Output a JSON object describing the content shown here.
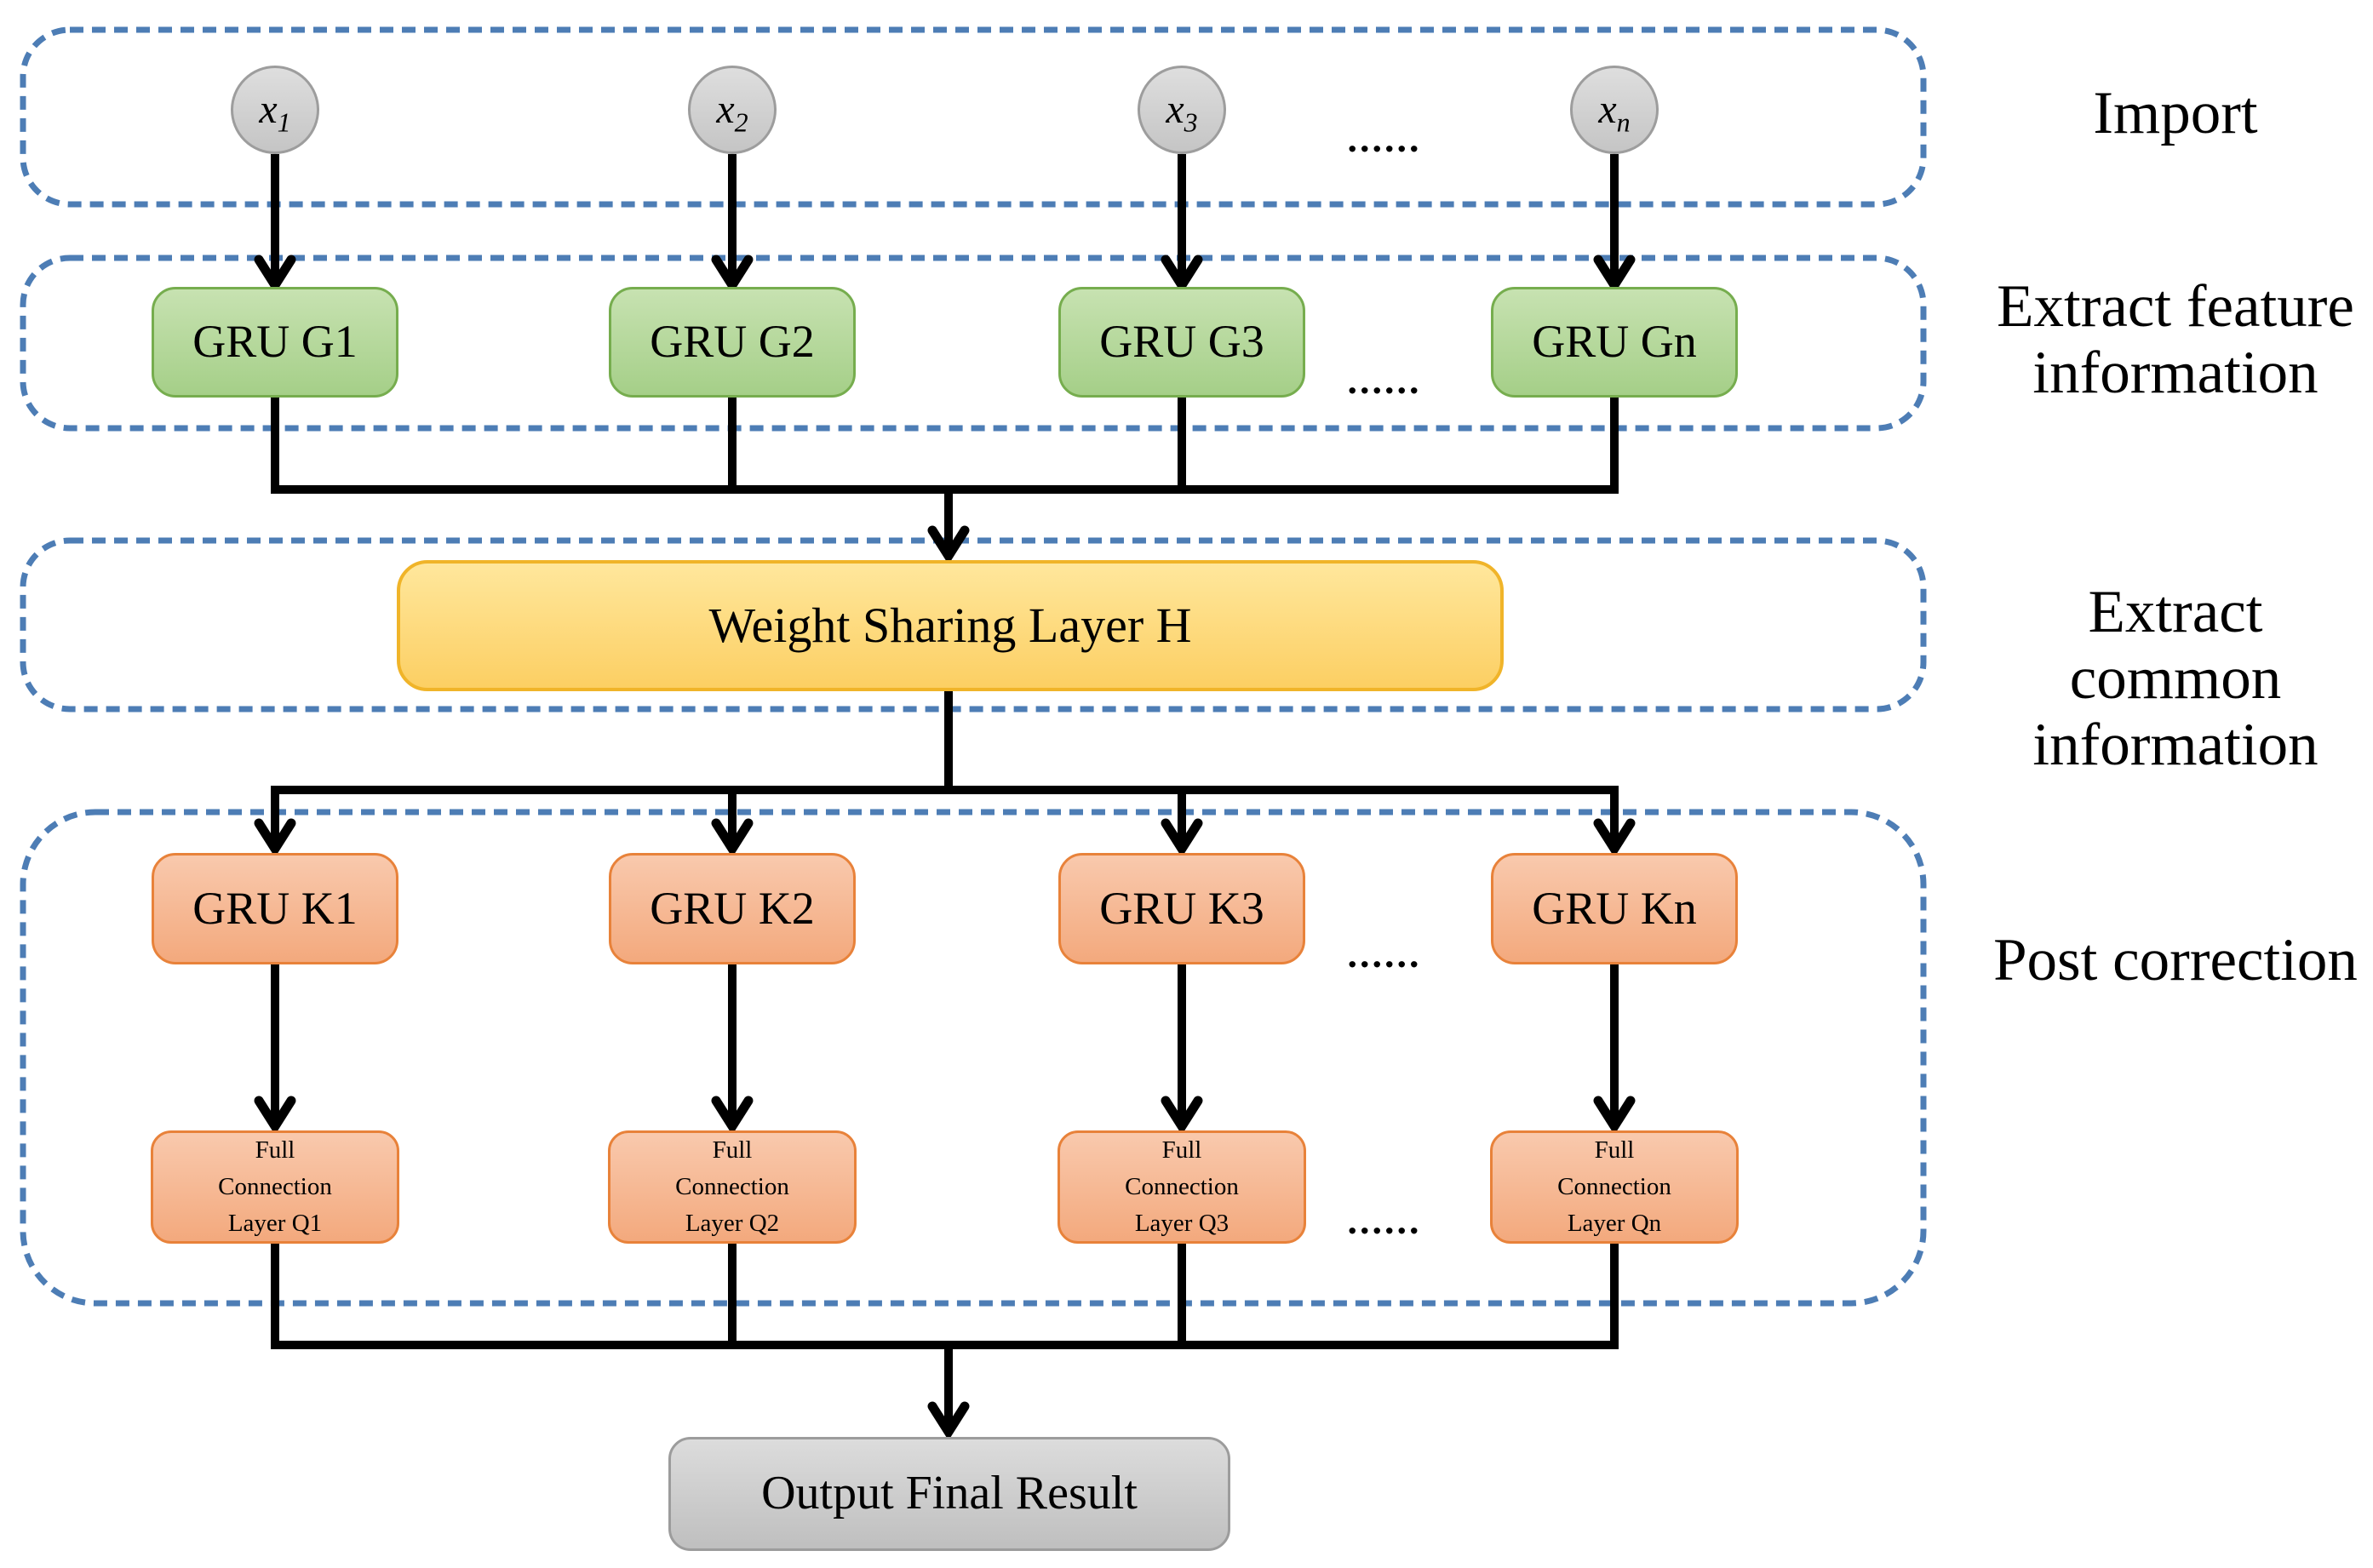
{
  "colors": {
    "region_border": "#4d7db5",
    "connector": "#000000",
    "input_fill_top": "#dedede",
    "input_fill_bottom": "#c5c5c5",
    "input_border": "#9d9d9d",
    "green_fill_top": "#c7e2b1",
    "green_fill_bottom": "#a5cf88",
    "green_border": "#76ad4e",
    "yellow_fill_top": "#ffe79c",
    "yellow_fill_bottom": "#fccf63",
    "yellow_border": "#f0b429",
    "orange_fill_top": "#f9c9ad",
    "orange_fill_bottom": "#f3a97d",
    "orange_border": "#e8823a",
    "gray_fill_top": "#dcdcdc",
    "gray_fill_bottom": "#bfbfbf",
    "gray_border": "#9c9c9c"
  },
  "regions": {
    "import": {
      "label": "Import"
    },
    "feature": {
      "label_line1": "Extract feature",
      "label_line2": "information"
    },
    "common": {
      "label_line1": "Extract common",
      "label_line2": "information"
    },
    "post": {
      "label": "Post correction"
    }
  },
  "nodes": {
    "inputs": [
      {
        "base": "x",
        "sub": "1"
      },
      {
        "base": "x",
        "sub": "2"
      },
      {
        "base": "x",
        "sub": "3"
      },
      {
        "base": "x",
        "sub": "n"
      }
    ],
    "gru_g": [
      "GRU G1",
      "GRU G2",
      "GRU G3",
      "GRU Gn"
    ],
    "weight_sharing": "Weight Sharing Layer H",
    "gru_k": [
      "GRU K1",
      "GRU K2",
      "GRU K3",
      "GRU Kn"
    ],
    "full_connection": [
      {
        "line1": "Full",
        "line2": "Connection",
        "line3": "Layer Q1"
      },
      {
        "line1": "Full",
        "line2": "Connection",
        "line3": "Layer Q2"
      },
      {
        "line1": "Full",
        "line2": "Connection",
        "line3": "Layer Q3"
      },
      {
        "line1": "Full",
        "line2": "Connection",
        "line3": "Layer Qn"
      }
    ],
    "output": "Output Final Result"
  },
  "ellipsis": {
    "import_row": "......",
    "gru_g_row": "......",
    "gru_k_row": "......",
    "fc_row": "......"
  }
}
